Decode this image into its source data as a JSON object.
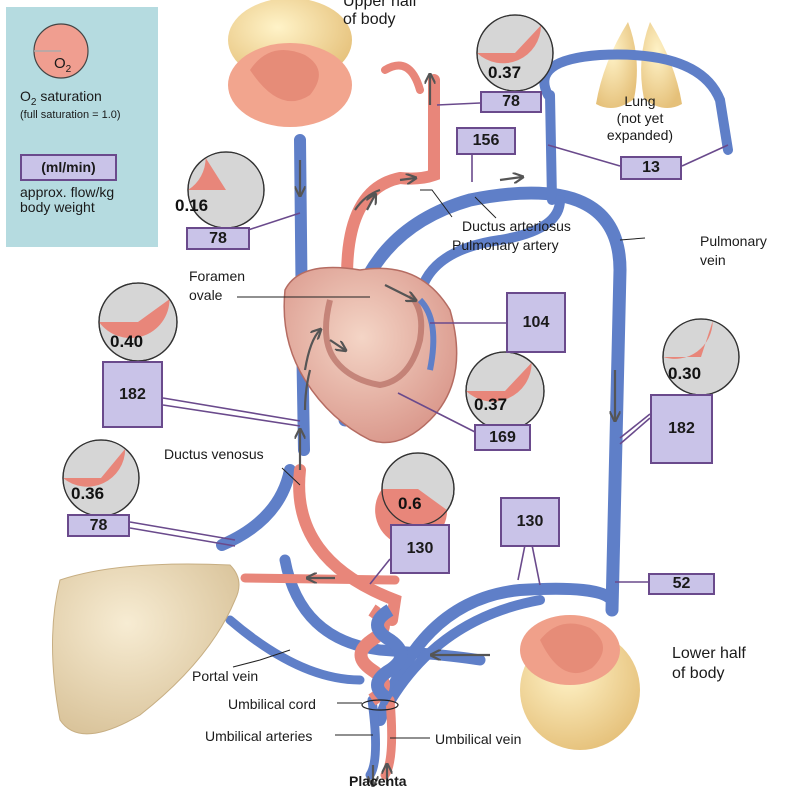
{
  "legend": {
    "o2_symbol": "O",
    "o2_sub": "2",
    "saturation_label": "O",
    "saturation_sub": "2",
    "saturation_rest": " saturation",
    "full_saturation": "(full saturation = 1.0)",
    "unit_box": "(ml/min)",
    "flow_line1": "approx. flow/kg",
    "flow_line2": "body weight"
  },
  "labels": {
    "upper_half": "Upper half",
    "of_body_upper": "of body",
    "lung": "Lung",
    "lung_note1": "(not yet",
    "lung_note2": "expanded)",
    "ductus_arteriosus": "Ductus arteriosus",
    "pulmonary_artery": "Pulmonary artery",
    "pulmonary_vein1": "Pulmonary",
    "pulmonary_vein2": "vein",
    "foramen1": "Foramen",
    "foramen2": "ovale",
    "ductus_venosus": "Ductus venosus",
    "portal_vein": "Portal vein",
    "lower_half": "Lower half",
    "of_body_lower": "of body",
    "umbilical_cord": "Umbilical cord",
    "umbilical_arteries": "Umbilical arteries",
    "umbilical_vein": "Umbilical vein",
    "placenta": "Placenta"
  },
  "saturation": {
    "upper_body": "0.37",
    "svc": "0.16",
    "right_heart_in": "0.40",
    "left_ventricle": "0.37",
    "liver": "0.36",
    "umbilical_vein": "0.6",
    "ivc_lower": "0.30"
  },
  "saturation_values": {
    "upper_body": 0.37,
    "svc": 0.16,
    "right_heart_in": 0.4,
    "left_ventricle": 0.37,
    "liver": 0.36,
    "umbilical_vein": 0.6,
    "ivc_lower": 0.3
  },
  "flows": {
    "upper_body": "78",
    "pulmonary_artery": "156",
    "lung": "13",
    "svc": "78",
    "right_atrium": "182",
    "pulmonary_trunk": "104",
    "left_ventricle": "169",
    "liver": "78",
    "umbilical_vein": "130",
    "umbilical_arteries": "130",
    "ivc": "182",
    "lower_body": "52"
  },
  "colors": {
    "oxygenated": "#e8867a",
    "deoxygenated": "#5f7fc8",
    "pie_empty": "#d6d6d6",
    "flow_box": "#c9c3e8",
    "legend_bg": "#b5dbe0"
  }
}
